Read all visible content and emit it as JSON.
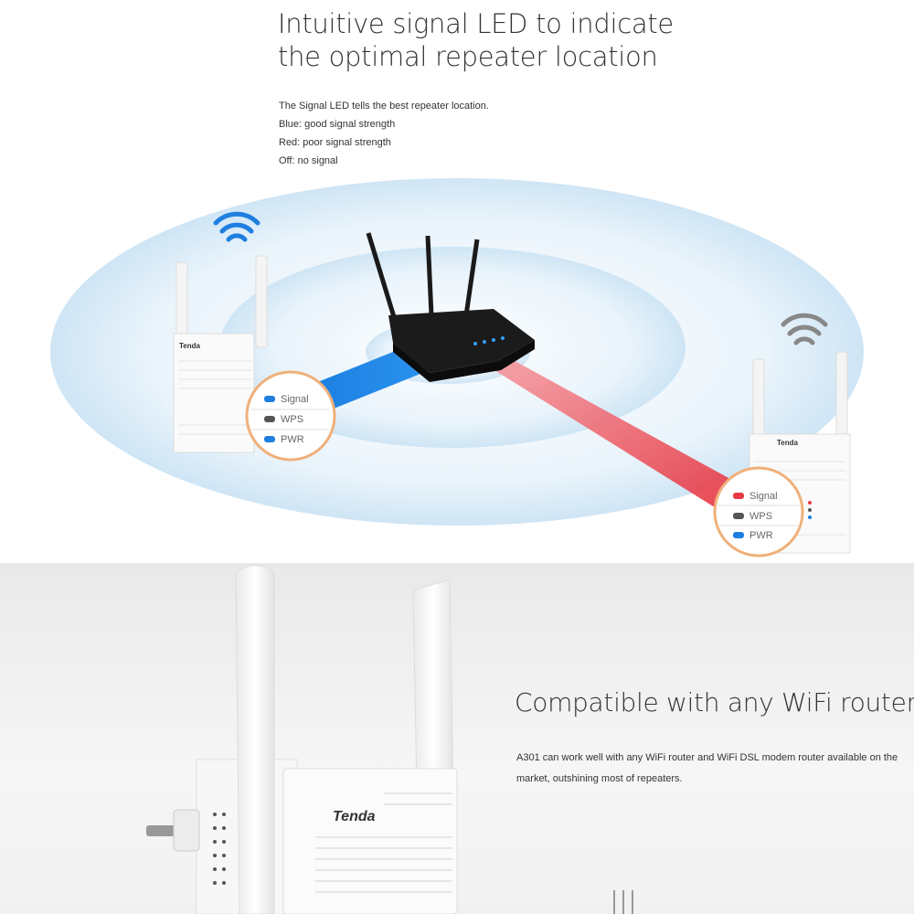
{
  "section1": {
    "title_line1": "Intuitive signal LED to indicate",
    "title_line2": "the optimal repeater location",
    "description": [
      "The Signal LED tells the best repeater location.",
      "Blue: good signal strength",
      "Red: poor signal strength",
      "Off: no signal"
    ],
    "led_labels": {
      "signal": "Signal",
      "wps": "WPS",
      "pwr": "PWR"
    },
    "brand_logo": "Tenda",
    "colors": {
      "good": "#1e7fe0",
      "poor": "#e83a45",
      "wps": "#555555",
      "ring": "#d8eaf7"
    }
  },
  "section2": {
    "title": "Compatible with any WiFi router",
    "description": "A301 can work well with any WiFi router and WiFi DSL modem router available on the market, outshining most of repeaters.",
    "brand_logo": "Tenda"
  }
}
